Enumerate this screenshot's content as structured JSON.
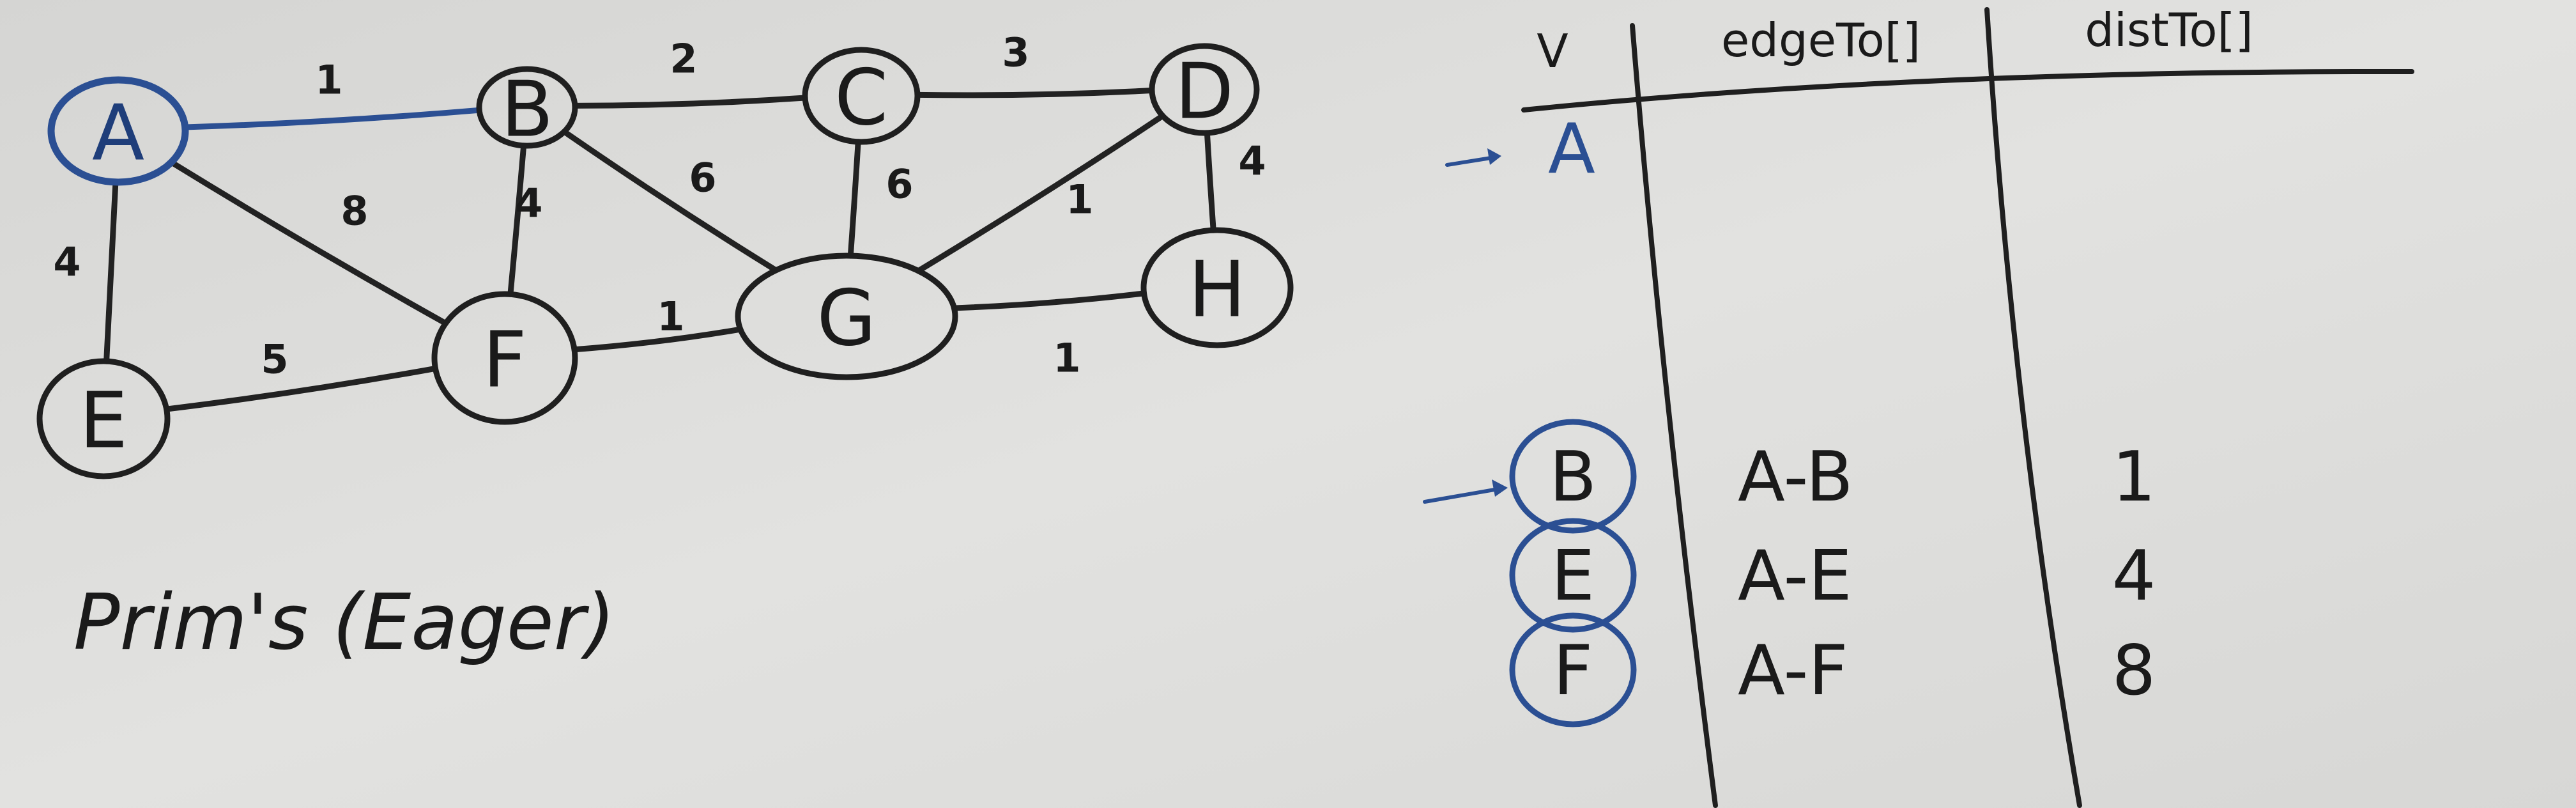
{
  "title": "Prim's (Eager)",
  "graph": {
    "nodes": [
      {
        "id": "A",
        "label": "A",
        "state": "start"
      },
      {
        "id": "B",
        "label": "B",
        "state": "normal"
      },
      {
        "id": "C",
        "label": "C",
        "state": "normal"
      },
      {
        "id": "D",
        "label": "D",
        "state": "normal"
      },
      {
        "id": "E",
        "label": "E",
        "state": "normal"
      },
      {
        "id": "F",
        "label": "F",
        "state": "normal"
      },
      {
        "id": "G",
        "label": "G",
        "state": "normal"
      },
      {
        "id": "H",
        "label": "H",
        "state": "normal"
      }
    ],
    "edges": [
      {
        "from": "A",
        "to": "B",
        "weight": "1",
        "highlighted": true
      },
      {
        "from": "B",
        "to": "C",
        "weight": "2",
        "highlighted": false
      },
      {
        "from": "C",
        "to": "D",
        "weight": "3",
        "highlighted": false
      },
      {
        "from": "A",
        "to": "F",
        "weight": "8",
        "highlighted": false
      },
      {
        "from": "A",
        "to": "E",
        "weight": "4",
        "highlighted": false
      },
      {
        "from": "B",
        "to": "F",
        "weight": "4",
        "highlighted": false
      },
      {
        "from": "B",
        "to": "G",
        "weight": "6",
        "highlighted": false
      },
      {
        "from": "C",
        "to": "G",
        "weight": "6",
        "highlighted": false
      },
      {
        "from": "D",
        "to": "G",
        "weight": "1",
        "highlighted": false
      },
      {
        "from": "D",
        "to": "H",
        "weight": "4",
        "highlighted": false
      },
      {
        "from": "E",
        "to": "F",
        "weight": "5",
        "highlighted": false
      },
      {
        "from": "F",
        "to": "G",
        "weight": "1",
        "highlighted": false
      },
      {
        "from": "G",
        "to": "H",
        "weight": "1",
        "highlighted": false
      }
    ]
  },
  "table": {
    "headers": [
      "V",
      "edgeTo[]",
      "distTo[]"
    ],
    "current_vertex": "A",
    "rows": [
      {
        "vertex": "B",
        "edge_to": "A-B",
        "dist_to": "1",
        "marked": true
      },
      {
        "vertex": "E",
        "edge_to": "A-E",
        "dist_to": "4",
        "marked": false
      },
      {
        "vertex": "F",
        "edge_to": "A-F",
        "dist_to": "8",
        "marked": false
      }
    ]
  },
  "colors": {
    "marker_black": "#1f1f1f",
    "marker_blue": "#2b4f93",
    "board": "#dddddb"
  }
}
